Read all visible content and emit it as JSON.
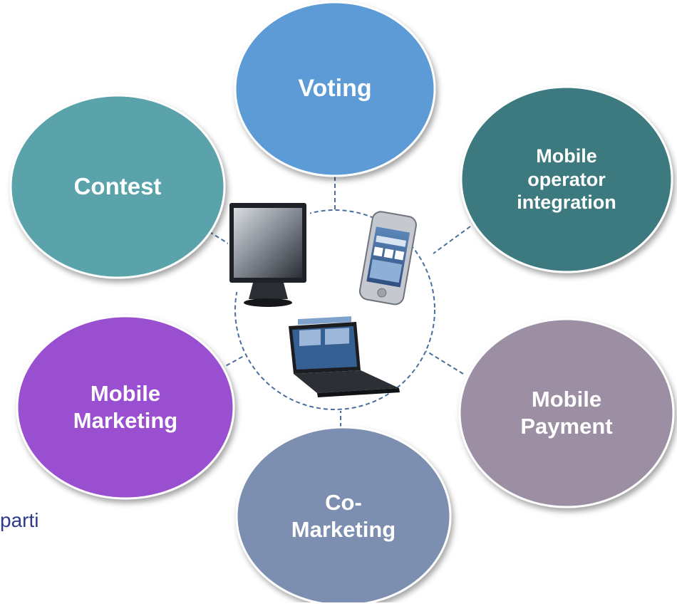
{
  "diagram": {
    "center_devices": [
      "tv-icon",
      "smartphone-icon",
      "laptop-icon"
    ],
    "nodes": [
      {
        "id": "voting",
        "label": "Voting",
        "color": "#5b9bd5"
      },
      {
        "id": "mobile-operator-integration",
        "label": "Mobile\noperator\nintegration",
        "color": "#3d7a80"
      },
      {
        "id": "mobile-payment",
        "label": "Mobile\nPayment",
        "color": "#9d8fa3"
      },
      {
        "id": "co-marketing",
        "label": "Co-\nMarketing",
        "color": "#7d8fb0"
      },
      {
        "id": "mobile-marketing",
        "label": "Mobile\nMarketing",
        "color": "#9a4fd0"
      },
      {
        "id": "contest",
        "label": "Contest",
        "color": "#5aa3aa"
      }
    ],
    "connector_color": "#4a6f9c"
  },
  "page_fragment": "parti"
}
